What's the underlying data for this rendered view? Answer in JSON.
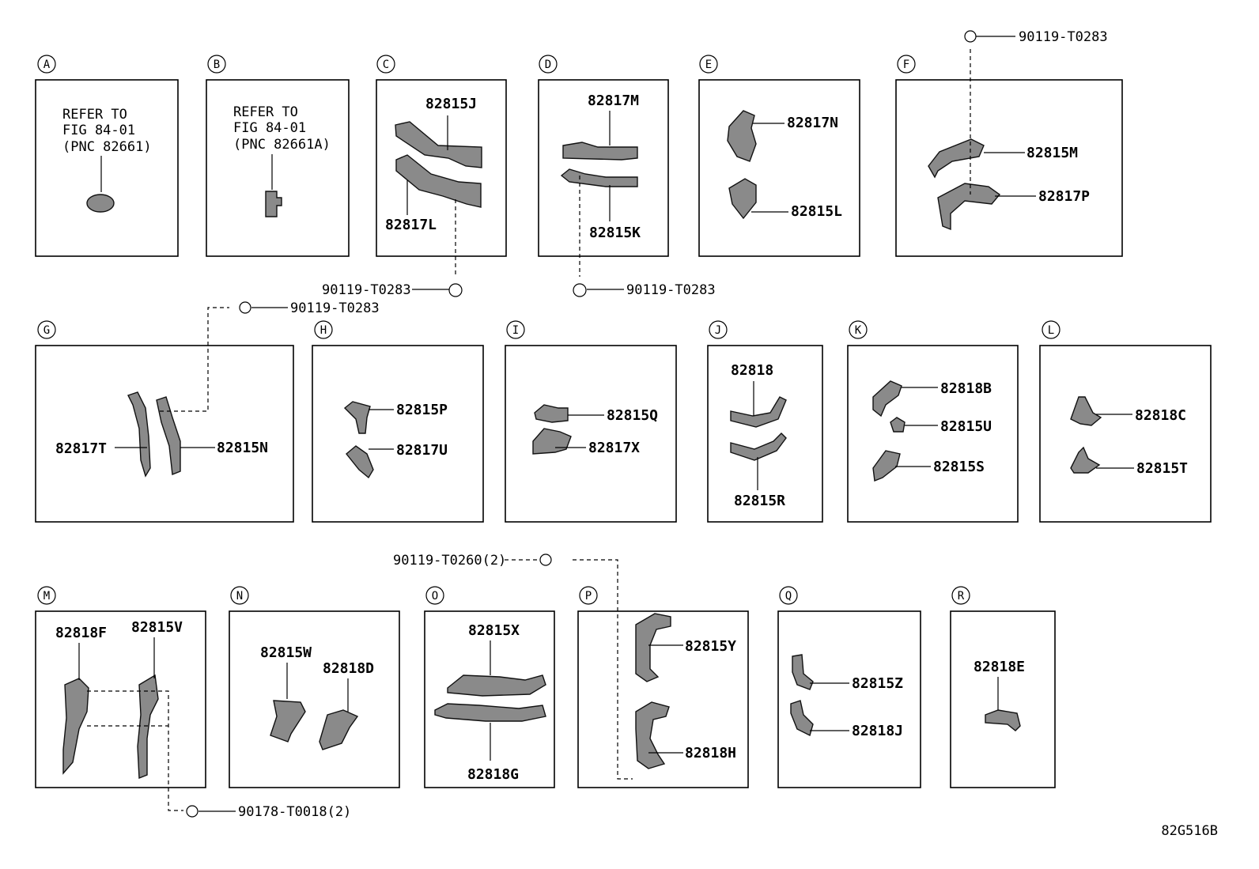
{
  "diagram_id": "82G516B",
  "sections": [
    {
      "letter": "A",
      "refer": [
        "REFER TO",
        "FIG 84-01",
        "(PNC 82661)"
      ]
    },
    {
      "letter": "B",
      "refer": [
        "REFER TO",
        "FIG 84-01",
        "(PNC 82661A)"
      ]
    },
    {
      "letter": "C",
      "parts": [
        "82815J",
        "82817L"
      ]
    },
    {
      "letter": "D",
      "parts": [
        "82817M",
        "82815K"
      ]
    },
    {
      "letter": "E",
      "parts": [
        "82817N",
        "82815L"
      ]
    },
    {
      "letter": "F",
      "parts": [
        "82815M",
        "82817P"
      ]
    },
    {
      "letter": "G",
      "parts": [
        "82817T",
        "82815N"
      ]
    },
    {
      "letter": "H",
      "parts": [
        "82815P",
        "82817U"
      ]
    },
    {
      "letter": "I",
      "parts": [
        "82815Q",
        "82817X"
      ]
    },
    {
      "letter": "J",
      "parts": [
        "82818",
        "82815R"
      ]
    },
    {
      "letter": "K",
      "parts": [
        "82818B",
        "82815U",
        "82815S"
      ]
    },
    {
      "letter": "L",
      "parts": [
        "82818C",
        "82815T"
      ]
    },
    {
      "letter": "M",
      "parts": [
        "82818F",
        "82815V"
      ]
    },
    {
      "letter": "N",
      "parts": [
        "82815W",
        "82818D"
      ]
    },
    {
      "letter": "O",
      "parts": [
        "82815X",
        "82818G"
      ]
    },
    {
      "letter": "P",
      "parts": [
        "82815Y",
        "82818H"
      ]
    },
    {
      "letter": "Q",
      "parts": [
        "82815Z",
        "82818J"
      ]
    },
    {
      "letter": "R",
      "parts": [
        "82818E"
      ]
    }
  ],
  "fasteners": {
    "f_top": "90119-T0283",
    "c_bolt": "90119-T0283",
    "d_bolt": "90119-T0283",
    "g_bolt": "90119-T0283",
    "p_bolt": "90119-T0260(2)",
    "m_bolt": "90178-T0018(2)"
  }
}
